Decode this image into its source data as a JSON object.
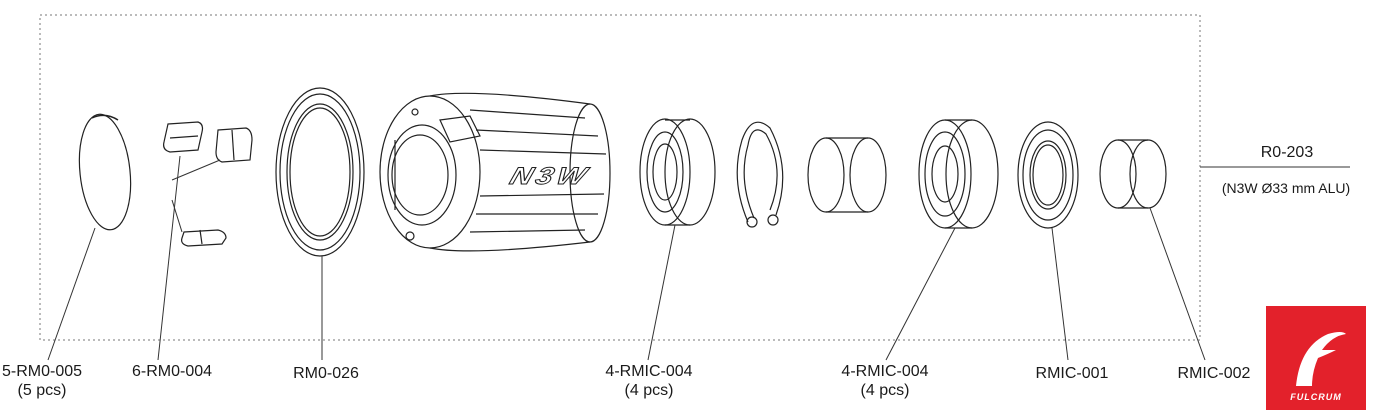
{
  "assembly": {
    "code": "R0-203",
    "description": "(N3W Ø33 mm ALU)"
  },
  "parts": [
    {
      "code": "5-RM0-005",
      "qty": "(5 pcs)"
    },
    {
      "code": "6-RM0-004",
      "qty": ""
    },
    {
      "code": "RM0-026",
      "qty": ""
    },
    {
      "code": "4-RMIC-004",
      "qty": "(4 pcs)"
    },
    {
      "code": "4-RMIC-004",
      "qty": "(4 pcs)"
    },
    {
      "code": "RMIC-001",
      "qty": ""
    },
    {
      "code": "RMIC-002",
      "qty": ""
    }
  ],
  "freehub_marking": "N3W",
  "logo": {
    "wordmark": "FULCRUM",
    "color": "#e3212b"
  }
}
